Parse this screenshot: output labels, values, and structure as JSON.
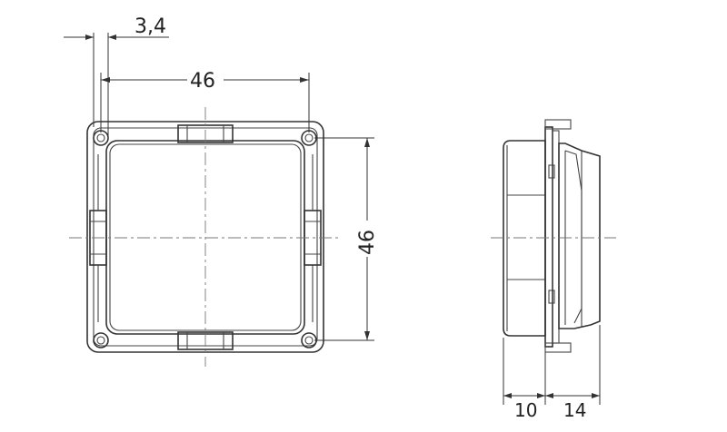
{
  "dimensions": {
    "hole_offset": "3,4",
    "front_width": "46",
    "front_height": "46",
    "side_depth_body": "10",
    "side_depth_front": "14"
  }
}
